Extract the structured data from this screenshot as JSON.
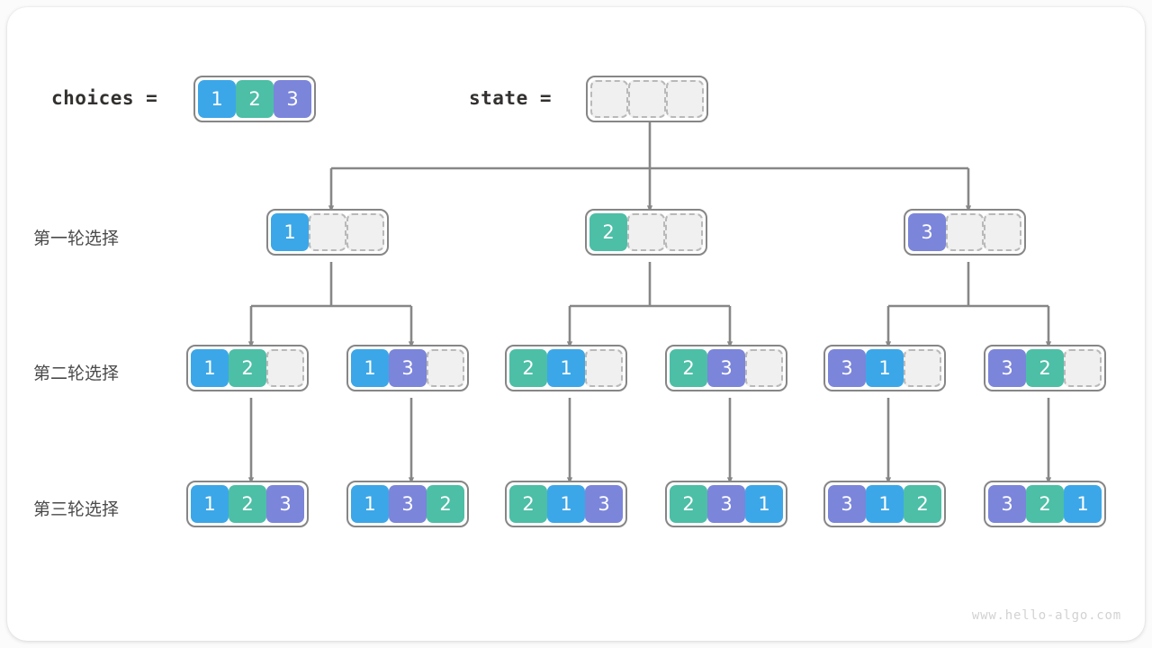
{
  "header": {
    "choices_label": "choices  =",
    "state_label": "state  =",
    "choices_values": [
      1,
      2,
      3
    ],
    "state_values": [
      null,
      null,
      null
    ]
  },
  "row_labels": [
    {
      "id": "round-1",
      "text": "第一轮选择"
    },
    {
      "id": "round-2",
      "text": "第二轮选择"
    },
    {
      "id": "round-3",
      "text": "第三轮选择"
    }
  ],
  "colors": {
    "value_1": "#3ba7e8",
    "value_2": "#4cbfa6",
    "value_3": "#7b85da",
    "empty_cell": "#f0f0f0",
    "empty_border": "#b9b9b9",
    "node_border": "#868686",
    "wire": "#878787",
    "card": "#ffffff",
    "background": "#fbfbfb",
    "text": "#4a4a4a",
    "watermark": "#d2d2d2"
  },
  "tree": {
    "level1": [
      {
        "id": "n-1",
        "values": [
          1,
          null,
          null
        ]
      },
      {
        "id": "n-2",
        "values": [
          2,
          null,
          null
        ]
      },
      {
        "id": "n-3",
        "values": [
          3,
          null,
          null
        ]
      }
    ],
    "level2": [
      {
        "id": "n-12",
        "values": [
          1,
          2,
          null
        ]
      },
      {
        "id": "n-13",
        "values": [
          1,
          3,
          null
        ]
      },
      {
        "id": "n-21",
        "values": [
          2,
          1,
          null
        ]
      },
      {
        "id": "n-23",
        "values": [
          2,
          3,
          null
        ]
      },
      {
        "id": "n-31",
        "values": [
          3,
          1,
          null
        ]
      },
      {
        "id": "n-32",
        "values": [
          3,
          2,
          null
        ]
      }
    ],
    "level3": [
      {
        "id": "n-123",
        "values": [
          1,
          2,
          3
        ]
      },
      {
        "id": "n-132",
        "values": [
          1,
          3,
          2
        ]
      },
      {
        "id": "n-213",
        "values": [
          2,
          1,
          3
        ]
      },
      {
        "id": "n-231",
        "values": [
          2,
          3,
          1
        ]
      },
      {
        "id": "n-312",
        "values": [
          3,
          1,
          2
        ]
      },
      {
        "id": "n-321",
        "values": [
          3,
          2,
          1
        ]
      }
    ]
  },
  "watermark": "www.hello-algo.com"
}
